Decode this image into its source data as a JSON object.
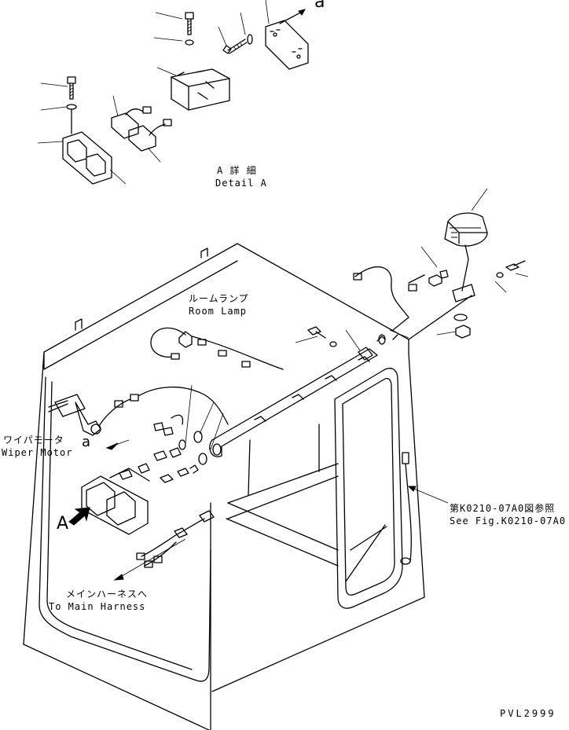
{
  "detail_a": {
    "title_jp": "A 詳 細",
    "title_en": "Detail A",
    "arrow_letter": "a"
  },
  "room_lamp": {
    "label_jp": "ルームランプ",
    "label_en": "Room Lamp"
  },
  "wiper_motor": {
    "label_jp": "ワイパモータ",
    "label_en": "Wiper Motor",
    "letter": "a"
  },
  "view_marker": {
    "letter": "A"
  },
  "main_harness": {
    "label_jp": "メインハーネスへ",
    "label_en": "To Main Harness"
  },
  "see_fig": {
    "label_jp": "第K0210-07A0図参照",
    "label_en": "See Fig.K0210-07A0"
  },
  "drawing_id": "PVL2999"
}
